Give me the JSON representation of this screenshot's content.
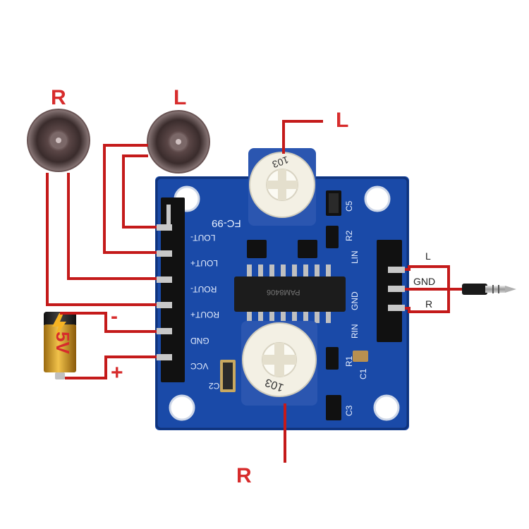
{
  "labels": {
    "speaker_right": "R",
    "speaker_left": "L",
    "pot_left": "L",
    "pot_right": "R",
    "battery_minus": "-",
    "battery_plus": "+",
    "battery_voltage": "5V"
  },
  "board": {
    "model": "FC-99",
    "chip_text": "PAM8406",
    "left_pins": [
      "LOUT-",
      "LOUT+",
      "ROUT-",
      "ROUT+",
      "GND",
      "VCC"
    ],
    "right_pins": [
      "LIN",
      "GND",
      "RIN"
    ],
    "components": [
      "C5",
      "R2",
      "R1",
      "C1",
      "C2",
      "C3"
    ],
    "pot_left_code": "103",
    "pot_right_code": "103"
  },
  "audio_jack": {
    "lines": [
      "L",
      "GND",
      "R"
    ]
  },
  "colors": {
    "wire": "#c41a1a",
    "board": "#1a4aa8",
    "silkscreen": "#e8f0ff",
    "pot_body": "#2b56b0",
    "pot_top": "#f3f0e4",
    "header": "#111111",
    "pin": "#c8c8c8"
  },
  "icons": {
    "speaker": "speaker-icon",
    "battery": "battery-icon",
    "jack": "audio-jack-icon"
  }
}
